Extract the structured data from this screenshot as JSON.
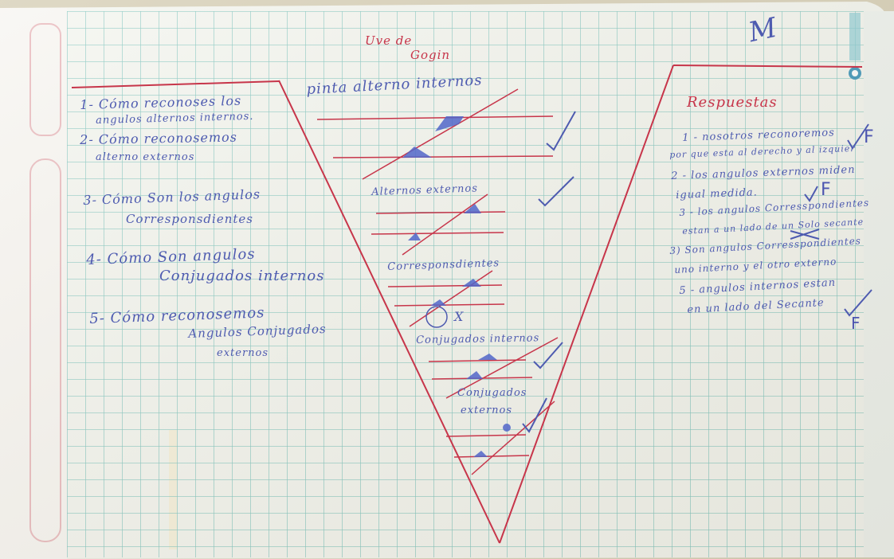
{
  "worksheet": {
    "title_line1": "Uve de",
    "title_line2": "Gogin",
    "left_questions": [
      "1- Cómo reconoses los",
      "angulos alternos internos.",
      "2- Cómo reconosemos",
      "alterno externos",
      "3- Cómo Son los angulos",
      "Corresponsdientes",
      "4- Cómo Son angulos",
      "Conjugados internos",
      "5- Cómo reconosemos",
      "Angulos Conjugados",
      "externos"
    ],
    "v_labels": [
      "pinta alterno internos",
      "Alternos externos",
      "Corresponsdientes",
      "Conjugados internos",
      "Conjugados",
      "externos"
    ],
    "answers_title": "Respuestas",
    "answers": [
      "1 - nosotros reconoremos",
      "por que esta al derecho y al izquier",
      "2 - los angulos externos miden",
      "igual medida.",
      "3 - los angulos Corresspondientes",
      "estan a un lado de un Solo secante",
      "3) Son angulos Corresspondientes",
      "uno interno y el otro externo",
      "5 - angulos internos estan",
      "en un lado del Secante"
    ],
    "grade_marks": [
      "F",
      "F",
      "F"
    ],
    "x_mark": "X",
    "top_corner_mark": "M",
    "ink_colors": {
      "blue": "#4e5bb0",
      "red": "#c7354a",
      "grid": "#79c2bb",
      "paper": "#f4f6f0"
    }
  }
}
